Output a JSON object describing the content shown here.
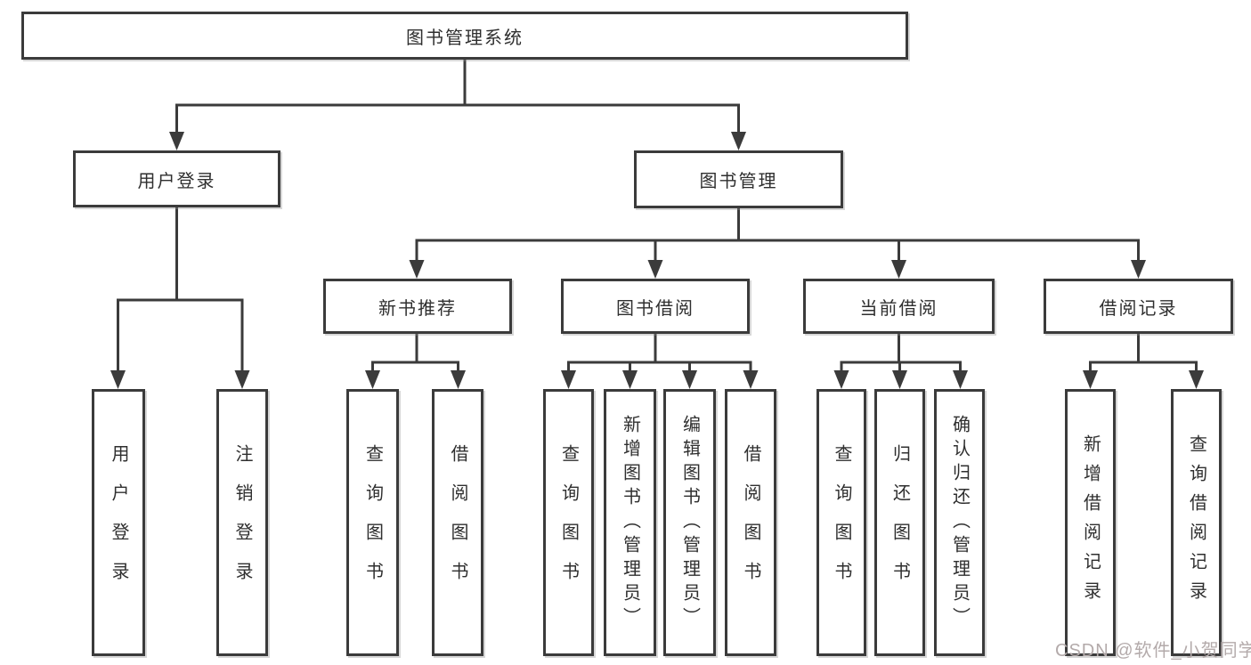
{
  "diagram_title": "图书管理系统",
  "watermark": "CSDN @软件_小贺同学",
  "colors": {
    "line": "#3b3b3b",
    "text": "#2f2f2f",
    "box_background": "#ffffff",
    "watermark": "#b3aaaa"
  },
  "tree": {
    "label": "图书管理系统",
    "children": [
      {
        "label": "用户登录",
        "children": [
          {
            "label": "用户登录"
          },
          {
            "label": "注销登录"
          }
        ]
      },
      {
        "label": "图书管理",
        "children": [
          {
            "label": "新书推荐",
            "children": [
              {
                "label": "查询图书"
              },
              {
                "label": "借阅图书"
              }
            ]
          },
          {
            "label": "图书借阅",
            "children": [
              {
                "label": "查询图书"
              },
              {
                "label": "新增图书（管理员）"
              },
              {
                "label": "编辑图书（管理员）"
              },
              {
                "label": "借阅图书"
              }
            ]
          },
          {
            "label": "当前借阅",
            "children": [
              {
                "label": "查询图书"
              },
              {
                "label": "归还图书"
              },
              {
                "label": "确认归还（管理员）"
              }
            ]
          },
          {
            "label": "借阅记录",
            "children": [
              {
                "label": "新增借阅记录"
              },
              {
                "label": "查询借阅记录"
              }
            ]
          }
        ]
      }
    ]
  }
}
